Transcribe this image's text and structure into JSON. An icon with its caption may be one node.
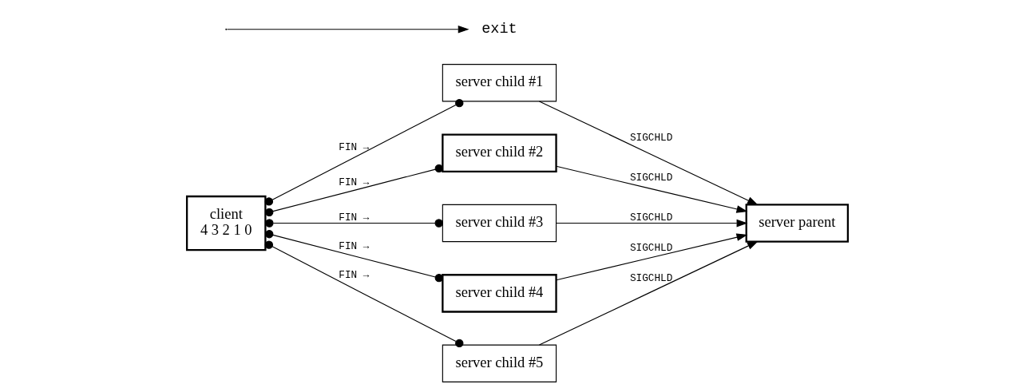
{
  "diagram": {
    "nodes": [
      {
        "text": [
          "client",
          "4 3 2 1 0"
        ]
      },
      {
        "text": [
          "exit"
        ]
      },
      {
        "text": [
          "server parent"
        ]
      },
      {
        "text": [
          "server child #1"
        ]
      },
      {
        "text": [
          "server child #2"
        ]
      },
      {
        "text": [
          "server child #3"
        ]
      },
      {
        "text": [
          "server child #4"
        ]
      },
      {
        "text": [
          "server child #5"
        ]
      }
    ],
    "edges": [
      {
        "from": null,
        "to": 1,
        "arrow": "to"
      },
      {
        "from": 3,
        "to": 2,
        "arrow": "to",
        "label": "SIGCHLD"
      },
      {
        "from": 4,
        "to": 2,
        "arrow": "to",
        "label": "SIGCHLD"
      },
      {
        "from": 5,
        "to": 2,
        "arrow": "to",
        "label": "SIGCHLD"
      },
      {
        "from": 6,
        "to": 2,
        "arrow": "to",
        "label": "SIGCHLD"
      },
      {
        "from": 7,
        "to": 2,
        "arrow": "to",
        "label": "SIGCHLD"
      },
      {
        "from": 0,
        "to": 3,
        "arrow": "other",
        "label": "FIN →"
      },
      {
        "from": 0,
        "to": 4,
        "arrow": "other",
        "label": "FIN →"
      },
      {
        "from": 0,
        "to": 5,
        "arrow": "other",
        "label": "FIN →"
      },
      {
        "from": 0,
        "to": 6,
        "arrow": "other",
        "label": "FIN →"
      },
      {
        "from": 0,
        "to": 7,
        "arrow": "other",
        "label": "FIN →"
      }
    ]
  }
}
